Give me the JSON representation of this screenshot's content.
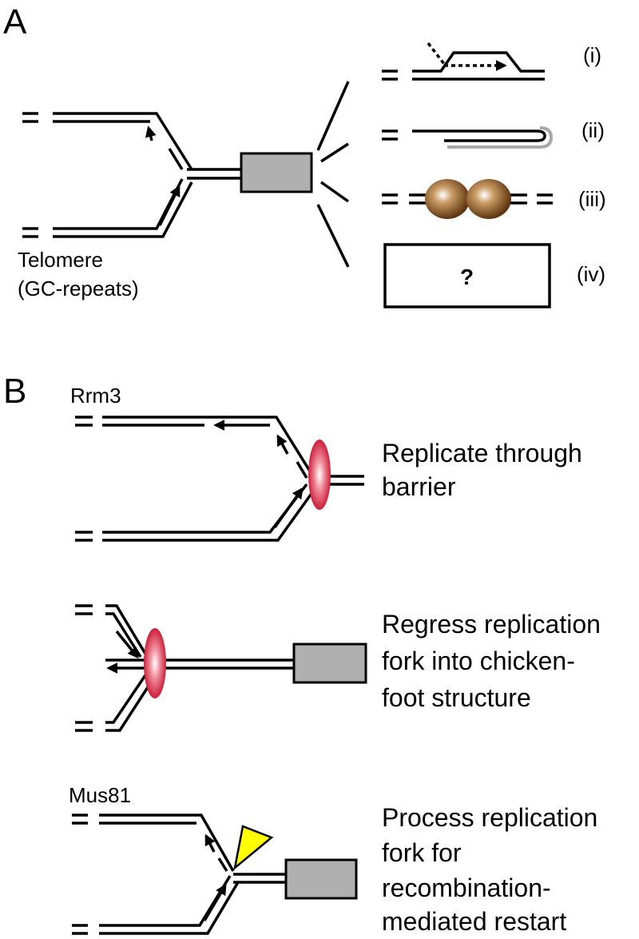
{
  "panelA": {
    "letter": "A",
    "telomere_line1": "Telomere",
    "telomere_line2": "(GC-repeats)",
    "options": [
      "(i)",
      "(ii)",
      "(iii)",
      "(iv)"
    ],
    "unknown_mark": "?"
  },
  "panelB": {
    "letter": "B",
    "step1_protein": "Rrm3",
    "step1_desc_lines": [
      "Replicate through",
      "barrier"
    ],
    "step2_desc_lines": [
      "Regress replication",
      "fork into chicken-",
      "foot structure"
    ],
    "step3_protein": "Mus81",
    "step3_desc_lines": [
      "Process replication",
      "fork for",
      "recombination-",
      "mediated restart"
    ]
  },
  "colors": {
    "protein_box": "#b0b0b0",
    "barrier_red": "#cc1f3a",
    "nucleosome_brown": "#7a4a18",
    "nuclease_yellow": "#ffff00",
    "grey_strand": "#a8a8a8"
  }
}
